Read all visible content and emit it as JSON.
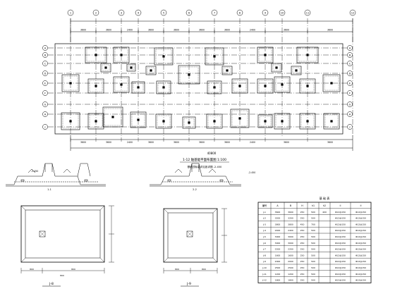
{
  "plan": {
    "title": "1-12 轴基础平面布置图 1:100",
    "note": "基础顶标高详见各详图  -2.450",
    "axes_top": [
      "1",
      "2",
      "3",
      "4",
      "5",
      "6",
      "7",
      "8",
      "9",
      "10",
      "11",
      "12"
    ],
    "axes_left": [
      "A",
      "B",
      "C",
      "D",
      "E",
      "F",
      "G",
      "H",
      "J"
    ],
    "axes_right": [
      "A",
      "B",
      "C",
      "D",
      "E",
      "F",
      "G",
      "H",
      "J"
    ],
    "dims_top": [
      "3600",
      "3600",
      "2400",
      "3600",
      "3600",
      "3600",
      "3600",
      "2400",
      "3600",
      "3600"
    ],
    "dims_bottom": [
      "3600",
      "3600",
      "2400",
      "3600",
      "3600",
      "3600",
      "3600",
      "2400",
      "3600",
      "3600"
    ],
    "overall_dim": "40800"
  },
  "sections": {
    "label_a": "1-1",
    "label_b": "2-2",
    "elev_a": "-2.450",
    "elev_b": "-2.450"
  },
  "details": {
    "j8_label": "J-8",
    "j9_label": "J-9",
    "j8_dims": [
      "800",
      "800",
      "800"
    ],
    "j9_dims": [
      "800",
      "800"
    ]
  },
  "table": {
    "title": "基 础 表",
    "headers": [
      "编号",
      "A",
      "B",
      "H",
      "h1",
      "h2",
      "①",
      "②"
    ],
    "rows": [
      [
        "J-1",
        "3600",
        "3600",
        "250",
        "500",
        "400",
        "Φ12@150",
        "Φ12@150"
      ],
      [
        "J-2",
        "3200",
        "3200",
        "250",
        "500",
        "",
        "Φ12@150",
        "Φ12@150"
      ],
      [
        "J-3",
        "3800",
        "3800",
        "450",
        "700",
        "",
        "Φ12@150",
        "Φ12@150"
      ],
      [
        "J-4",
        "2400",
        "2400",
        "250",
        "500",
        "",
        "Φ12@150",
        "Φ12@150"
      ],
      [
        "J-5",
        "3000",
        "3000",
        "250",
        "500",
        "",
        "Φ12@150",
        "Φ12@150"
      ],
      [
        "J-6",
        "3000",
        "3000",
        "250",
        "500",
        "",
        "Φ12@150",
        "Φ12@150"
      ],
      [
        "J-7",
        "2200",
        "2200",
        "250",
        "500",
        "",
        "Φ12@150",
        "Φ12@150"
      ],
      [
        "J-8",
        "1600",
        "1600",
        "250",
        "500",
        "",
        "Φ12@150",
        "Φ12@150"
      ],
      [
        "J-9",
        "2000",
        "2000",
        "250",
        "500",
        "",
        "Φ12@150",
        "Φ12@150"
      ],
      [
        "J-10",
        "2500",
        "2500",
        "250",
        "500",
        "",
        "Φ12@150",
        "Φ12@150"
      ],
      [
        "J-11",
        "1200",
        "1200",
        "250",
        "500",
        "",
        "Φ12@150",
        "Φ12@150"
      ],
      [
        "J-12",
        "1800",
        "1800",
        "250",
        "500",
        "",
        "Φ12@150",
        "Φ12@150"
      ]
    ]
  }
}
